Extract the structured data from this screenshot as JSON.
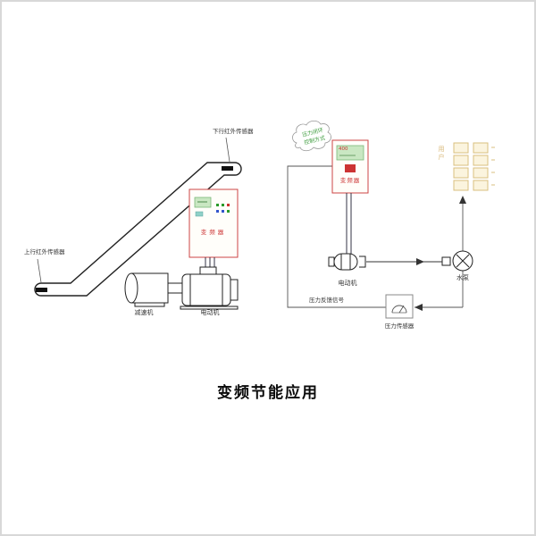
{
  "title": "变频节能应用",
  "escalator_system": {
    "down_sensor_label": "下行红外传感器",
    "up_sensor_label": "上行红外传感器",
    "inverter_label": "变频器",
    "reducer_label": "减速机",
    "motor_label": "电动机"
  },
  "pump_system": {
    "cloud_text_line1": "压力闭环",
    "cloud_text_line2": "控制方式",
    "inverter_display": "400",
    "inverter_label": "变频器",
    "motor_label": "电动机",
    "pump_label": "水泵",
    "user_label": "用户",
    "pressure_sensor_label": "压力传感器",
    "feedback_signal_label": "压力反馈信号"
  },
  "colors": {
    "inverter_border": "#cc4444",
    "display_green": "#c9e7c2",
    "accent_red": "#cc3333",
    "user_tan": "#d8b878",
    "cloud_green": "#3a9a3a",
    "line_dark": "#333333"
  }
}
